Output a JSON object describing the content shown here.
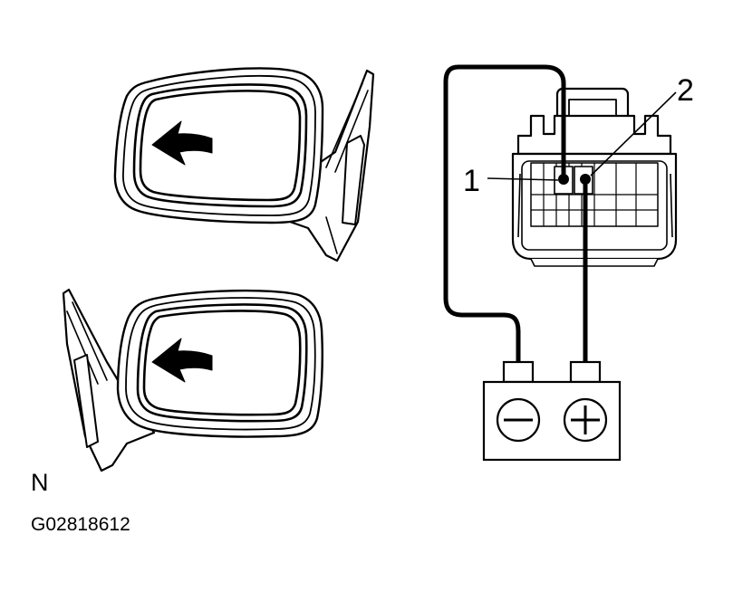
{
  "pin_labels": {
    "pin1": "1",
    "pin2": "2"
  },
  "region_code": "N",
  "figure_code": "G02818612",
  "battery": {
    "negative_icon": "minus-icon",
    "positive_icon": "plus-icon"
  },
  "colors": {
    "line": "#000000",
    "background": "#ffffff"
  }
}
